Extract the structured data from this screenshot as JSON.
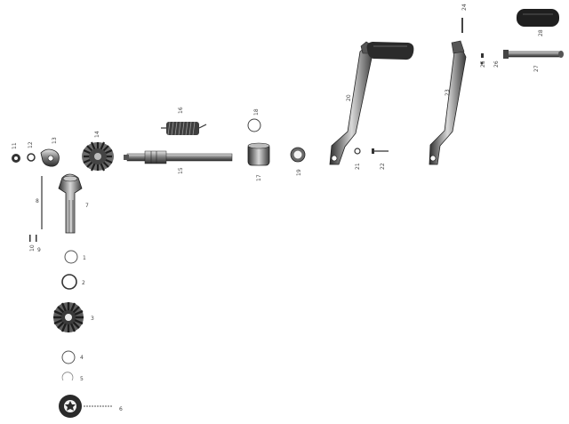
{
  "diagram": {
    "part_numbers": {
      "p1": "1",
      "p2": "2",
      "p3": "3",
      "p4": "4",
      "p5": "5",
      "p6": "6",
      "p7": "7",
      "p8": "8",
      "p9": "9",
      "p10": "10",
      "p11": "11",
      "p12": "12",
      "p13": "13",
      "p14": "14",
      "p15": "15",
      "p16": "16",
      "p17": "17",
      "p18": "18",
      "p19": "19",
      "p20": "20",
      "p21": "21",
      "p22": "22",
      "p23": "23",
      "p24": "24",
      "p25": "25",
      "p26": "26",
      "p27": "27",
      "p28": "28"
    }
  }
}
